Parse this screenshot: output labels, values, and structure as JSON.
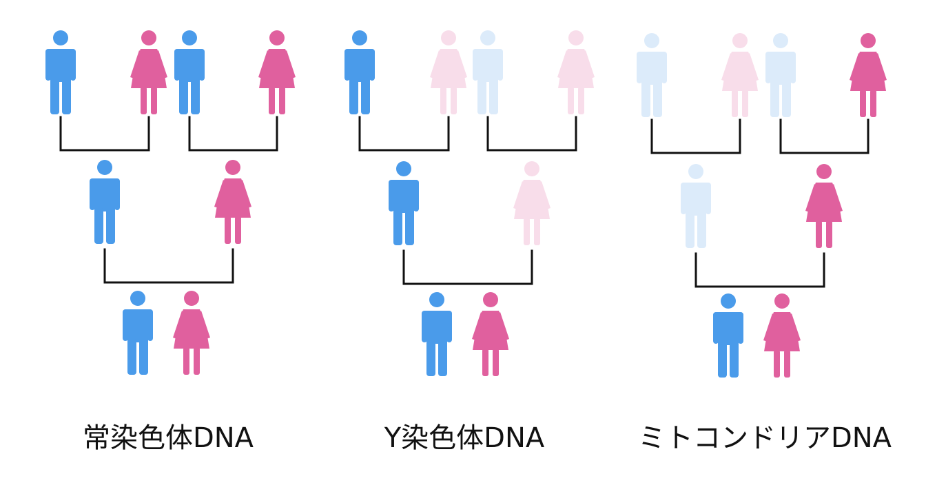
{
  "colors": {
    "male": "#4A9BEA",
    "female": "#E0609E",
    "male_faded": "#DCEBFA",
    "female_faded": "#F8DDEA",
    "line": "#111111"
  },
  "panels": [
    {
      "label": "常染色体DNA",
      "generations": [
        [
          "male",
          "female",
          "male",
          "female"
        ],
        [
          "male",
          "female"
        ],
        [
          "male",
          "female"
        ]
      ]
    },
    {
      "label": "Y染色体DNA",
      "generations": [
        [
          "male",
          "female-faded",
          "male-faded",
          "female-faded"
        ],
        [
          "male",
          "female-faded"
        ],
        [
          "male",
          "female"
        ]
      ]
    },
    {
      "label": "ミトコンドリアDNA",
      "generations": [
        [
          "male-faded",
          "female-faded",
          "male-faded",
          "female"
        ],
        [
          "male-faded",
          "female"
        ],
        [
          "male",
          "female"
        ]
      ]
    }
  ]
}
